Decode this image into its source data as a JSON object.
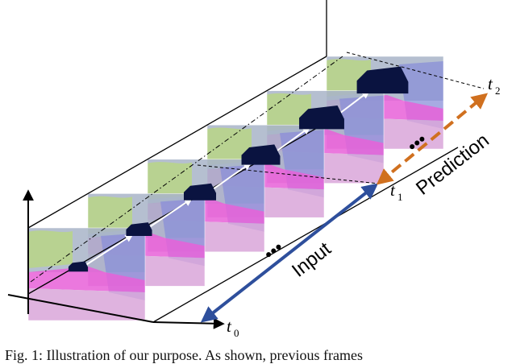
{
  "figure": {
    "frames_shown": 6,
    "time_labels": [
      {
        "symbol": "t",
        "subscript": "0"
      },
      {
        "symbol": "t",
        "subscript": "1"
      },
      {
        "symbol": "t",
        "subscript": "2"
      }
    ],
    "input_label": "Input",
    "prediction_label": "Prediction",
    "ellipsis": "•••",
    "colors": {
      "input_arrow": "#2E4F9C",
      "prediction_arrow": "#D0701F",
      "car": "#0A1340",
      "road": "#D9A6D9",
      "sidewalk": "#E860D8",
      "sky": "#A8B4C8",
      "vegetation": "#B8D48A",
      "building": "#8A8FD8",
      "car_path": "#FFFFFF"
    }
  },
  "caption": {
    "text": "Fig. 1: Illustration of our purpose. As shown, previous frames"
  }
}
